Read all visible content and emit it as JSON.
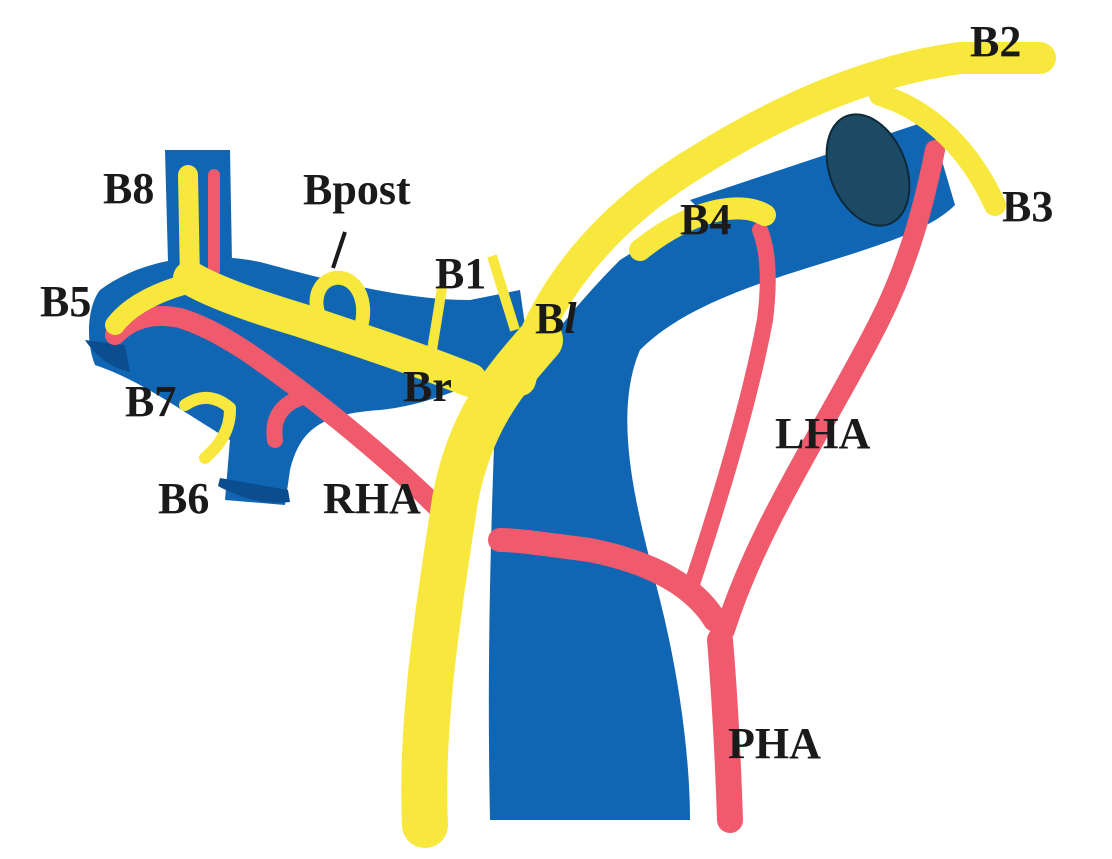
{
  "colors": {
    "portal_vein": "#1166b4",
    "portal_vein_dark": "#0b4e90",
    "bile_duct": "#f8e83d",
    "bile_duct_edge": "#e8d12a",
    "artery": "#ef5a6c",
    "mass": "#1c4a64",
    "text": "#1a1a1a"
  },
  "labels": {
    "b2": "B2",
    "b3": "B3",
    "b4": "B4",
    "b8": "B8",
    "bpost": "Bpost",
    "b1": "B1",
    "bl_prefix": "B",
    "bl_suffix": "l",
    "b5": "B5",
    "br": "Br",
    "b7": "B7",
    "b6": "B6",
    "rha": "RHA",
    "lha": "LHA",
    "pha": "PHA"
  }
}
